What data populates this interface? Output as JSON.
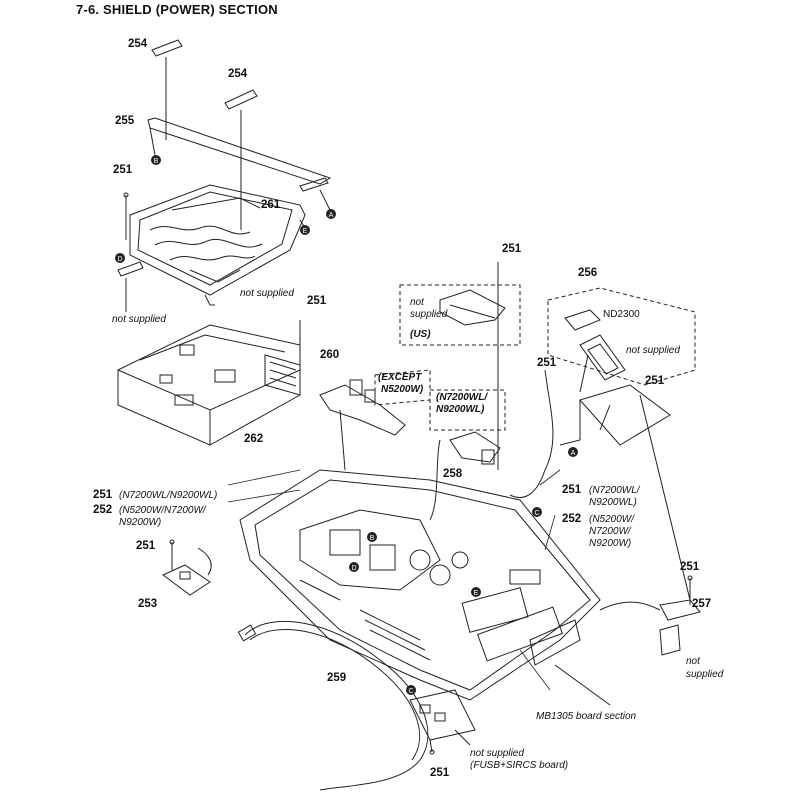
{
  "title": "7-6.   SHIELD (POWER)  SECTION",
  "parts": {
    "p254a": "254",
    "p254b": "254",
    "p255": "255",
    "p251a": "251",
    "p261": "261",
    "p251b": "251",
    "p251c": "251",
    "p256": "256",
    "nd2300": "ND2300",
    "p260": "260",
    "p251d": "251",
    "p251e": "251",
    "p262": "262",
    "p258": "258",
    "p251f": "251",
    "p251f_note": "(N7200WL/N9200WL)",
    "p252a": "252",
    "p252a_note1": "(N5200W/N7200W/",
    "p252a_note2": "N9200W)",
    "p251g": "251",
    "p251g_note1": "(N7200WL/",
    "p251g_note2": "N9200WL)",
    "p252b": "252",
    "p252b_note1": "(N5200W/",
    "p252b_note2": "N7200W/",
    "p252b_note3": "N9200W)",
    "p251h": "251",
    "p253": "253",
    "p251i": "251",
    "p257": "257",
    "p259": "259",
    "p251j": "251"
  },
  "notes": {
    "not_supplied_1": "not supplied",
    "not_supplied_2": "not supplied",
    "not_1": "not",
    "supplied_1": "supplied",
    "us": "(US)",
    "not_supplied_3": "not supplied",
    "except_1": "(EXCEPT",
    "except_2": "N5200W)",
    "n7200_1": "(N7200WL/",
    "n7200_2": "N9200WL)",
    "not_2": "not",
    "supplied_2": "supplied",
    "mb_section": "MB1305 board section",
    "not_supplied_4": "not supplied",
    "fusb": "(FUSB+SIRCS board)"
  },
  "markers": {
    "a1": "A",
    "b1": "B",
    "d1": "D",
    "e1": "E",
    "a2": "A",
    "c1": "C",
    "b2": "B",
    "d2": "D",
    "e2": "E",
    "c2": "C"
  }
}
